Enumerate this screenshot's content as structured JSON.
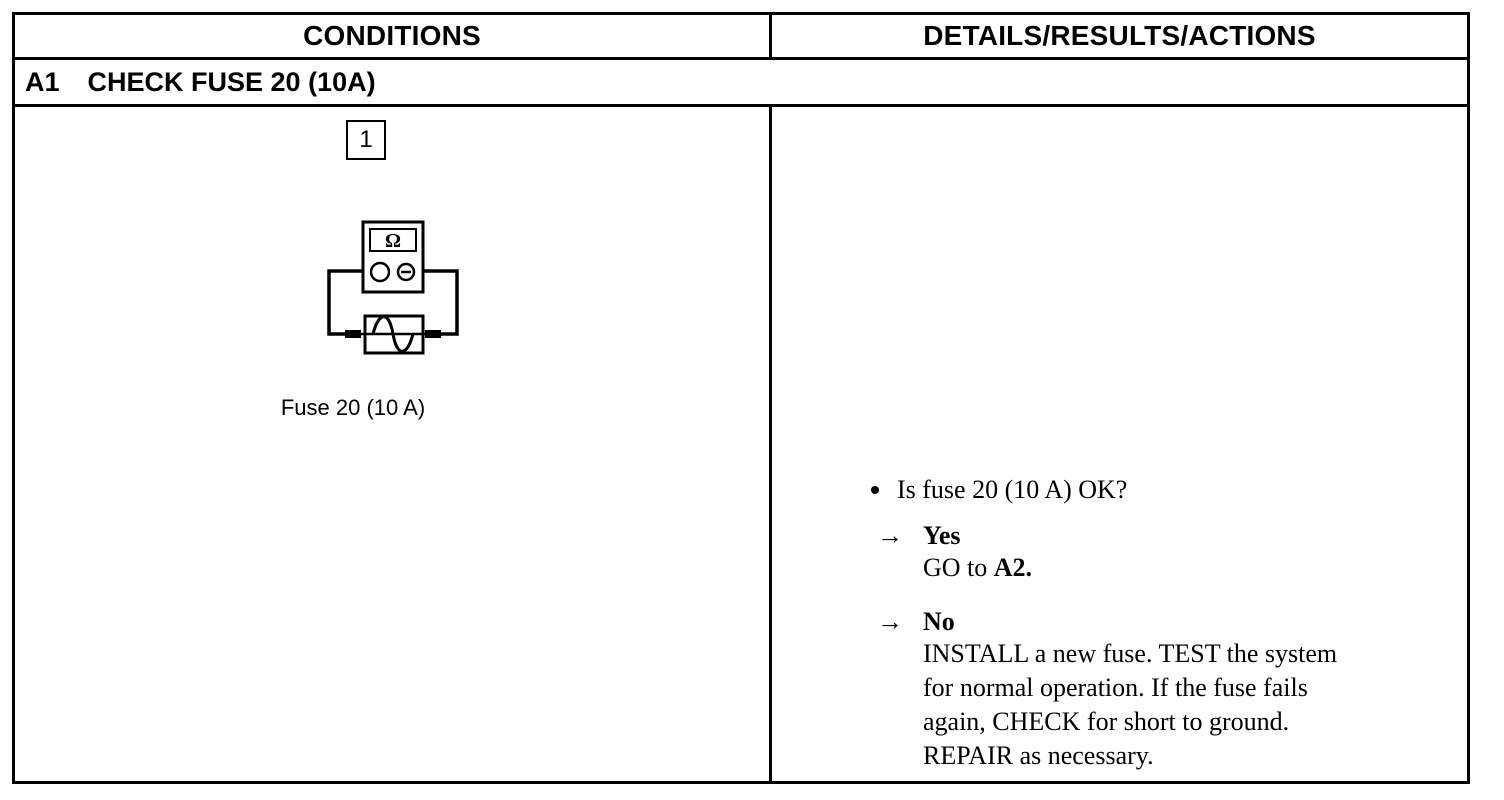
{
  "headers": {
    "conditions": "CONDITIONS",
    "details": "DETAILS/RESULTS/ACTIONS"
  },
  "step": {
    "code": "A1",
    "title": "CHECK FUSE 20 (10A)"
  },
  "figure": {
    "number": "1",
    "meter_symbol": "Ω",
    "caption": "Fuse 20 (10 A)"
  },
  "question": "Is fuse 20 (10 A) OK?",
  "results": [
    {
      "arrow": "→",
      "answer": "Yes",
      "action_prefix": "GO to",
      "action_target": "A2."
    },
    {
      "arrow": "→",
      "answer": "No",
      "action_lines": [
        "INSTALL a new fuse. TEST the system",
        "for normal operation. If the fuse fails",
        "again, CHECK for short to ground.",
        "REPAIR as necessary."
      ]
    }
  ]
}
